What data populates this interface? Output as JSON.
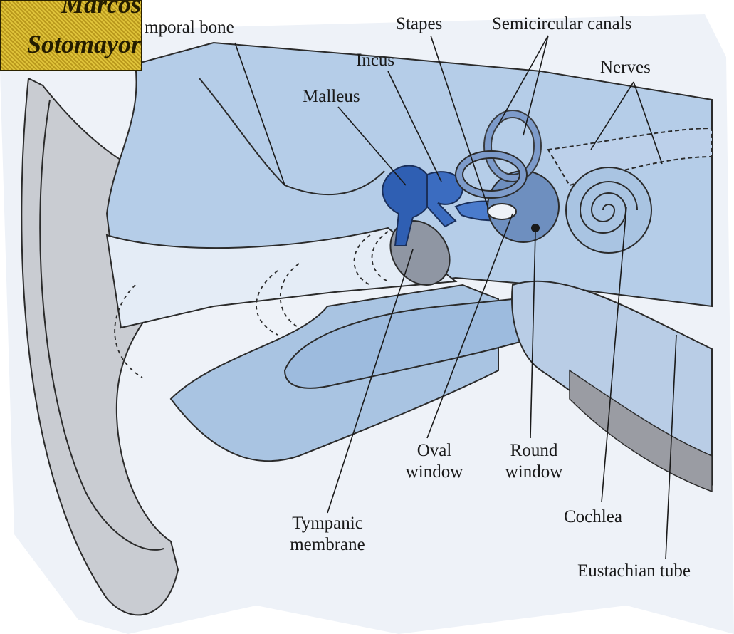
{
  "diagram": {
    "labels": {
      "temporal_bone": "mporal bone",
      "stapes": "Stapes",
      "semicircular_canals": "Semicircular canals",
      "incus": "Incus",
      "nerves": "Nerves",
      "malleus": "Malleus",
      "oval_window": [
        "Oval",
        "window"
      ],
      "round_window": [
        "Round",
        "window"
      ],
      "cochlea": "Cochlea",
      "tympanic_membrane": [
        "Tympanic",
        "membrane"
      ],
      "eustachian_tube": "Eustachian tube"
    }
  },
  "watermark": {
    "line1": "Marcos",
    "line2": "Sotomayor"
  },
  "colors": {
    "tissue_blue": "#a9c4e2",
    "dark_blue": "#2f5fb3",
    "bone_gray": "#c8c8cc",
    "outline": "#2b2b2b",
    "watermark_gold": "#d7b62b"
  }
}
